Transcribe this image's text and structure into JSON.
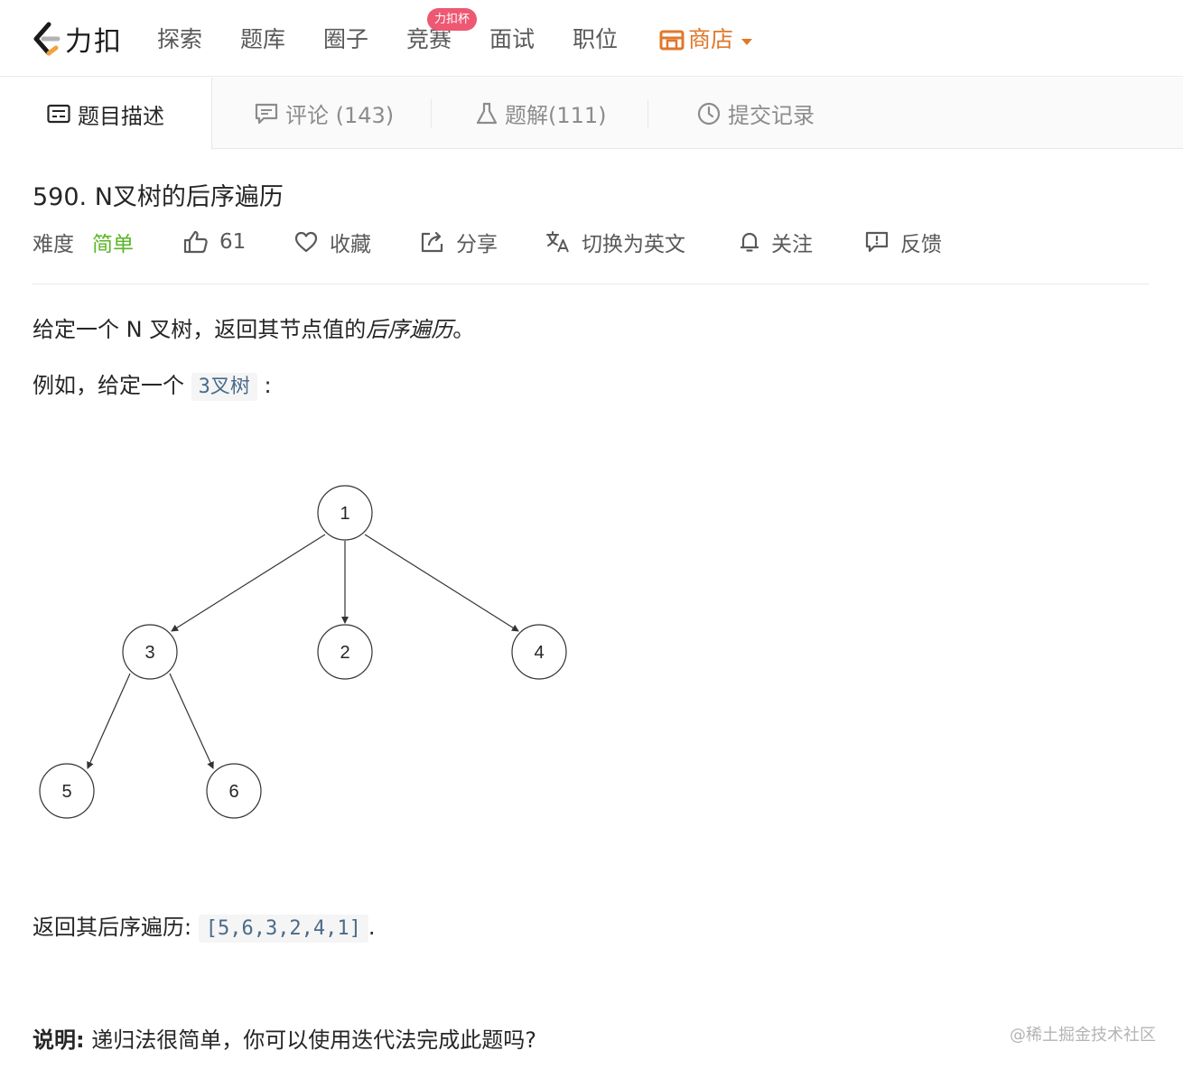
{
  "nav": {
    "logo_text": "力扣",
    "items": [
      "探索",
      "题库",
      "圈子",
      "竞赛",
      "面试",
      "职位"
    ],
    "badge": "力扣杯",
    "store": "商店"
  },
  "tabs": [
    {
      "label": "题目描述",
      "icon": "description-icon"
    },
    {
      "label": "评论 (143)",
      "icon": "comment-icon"
    },
    {
      "label": "题解(111)",
      "icon": "flask-icon"
    },
    {
      "label": "提交记录",
      "icon": "clock-icon"
    }
  ],
  "question": {
    "title": "590. N叉树的后序遍历",
    "difficulty_label": "难度",
    "difficulty": "简单",
    "likes": "61",
    "favorite": "收藏",
    "share": "分享",
    "switch_lang": "切换为英文",
    "follow": "关注",
    "feedback": "反馈"
  },
  "content": {
    "p1_prefix": "给定一个 N 叉树，返回其节点值的",
    "p1_em": "后序遍历",
    "p1_suffix": "。",
    "p2_prefix": "例如，给定一个 ",
    "p2_code": "3叉树",
    "p2_suffix": " :",
    "p3_prefix": "返回其后序遍历: ",
    "p3_code": "[5,6,3,2,4,1]",
    "p3_suffix": ".",
    "note_label": "说明:",
    "note_text": " 递归法很简单，你可以使用迭代法完成此题吗?"
  },
  "tree": {
    "nodes": [
      "1",
      "3",
      "2",
      "4",
      "5",
      "6"
    ]
  },
  "watermark": "@稀土掘金技术社区",
  "colors": {
    "easy": "#5ab726",
    "store": "#e0782b",
    "badge": "#ee5872"
  }
}
